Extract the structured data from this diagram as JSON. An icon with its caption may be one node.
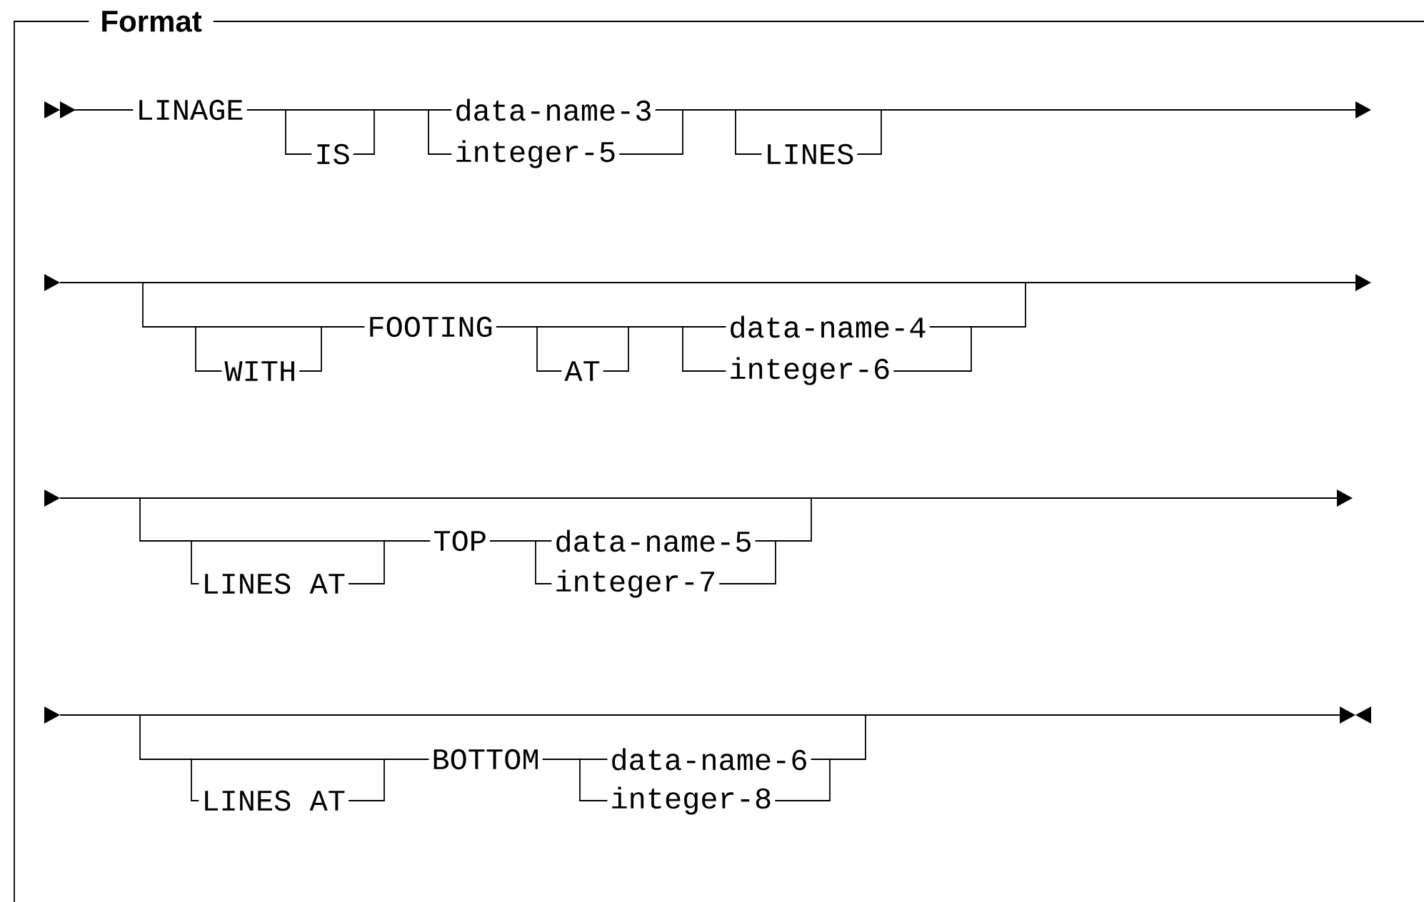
{
  "diagram": {
    "nodes": [
      {
        "text": [
          "Format"
        ]
      }
    ],
    "labels": [
      "LINAGE",
      "IS",
      "data-name-3",
      "integer-5",
      "LINES",
      "WITH",
      "FOOTING",
      "AT",
      "data-name-4",
      "integer-6",
      "LINES AT",
      "TOP",
      "data-name-5",
      "integer-7",
      "LINES AT",
      "BOTTOM",
      "data-name-6",
      "integer-8"
    ]
  }
}
